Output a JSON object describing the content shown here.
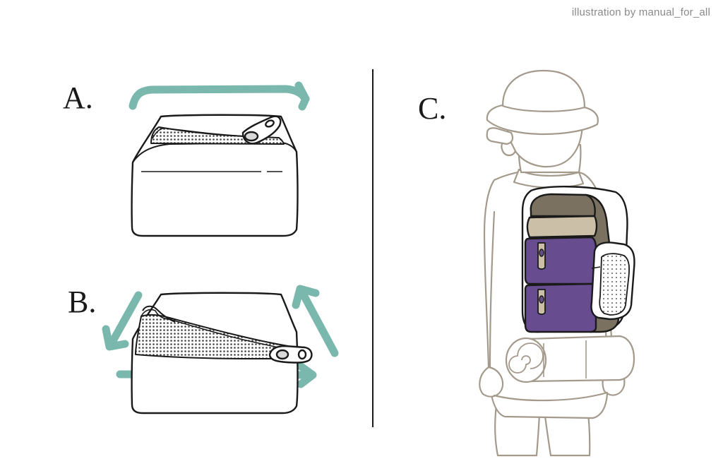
{
  "credit": "illustration by manual_for_all",
  "panels": [
    {
      "label": "A."
    },
    {
      "label": "B."
    },
    {
      "label": "C."
    }
  ],
  "colors": {
    "arrow": "#7ab8ad",
    "ink": "#1a1a1a",
    "figure": "#a39a8c",
    "pack_purple": "#674c8f",
    "pack_dark": "#7b7160",
    "pack_tan": "#cbbfa8",
    "zipper_fill": "#b4b4b4"
  }
}
